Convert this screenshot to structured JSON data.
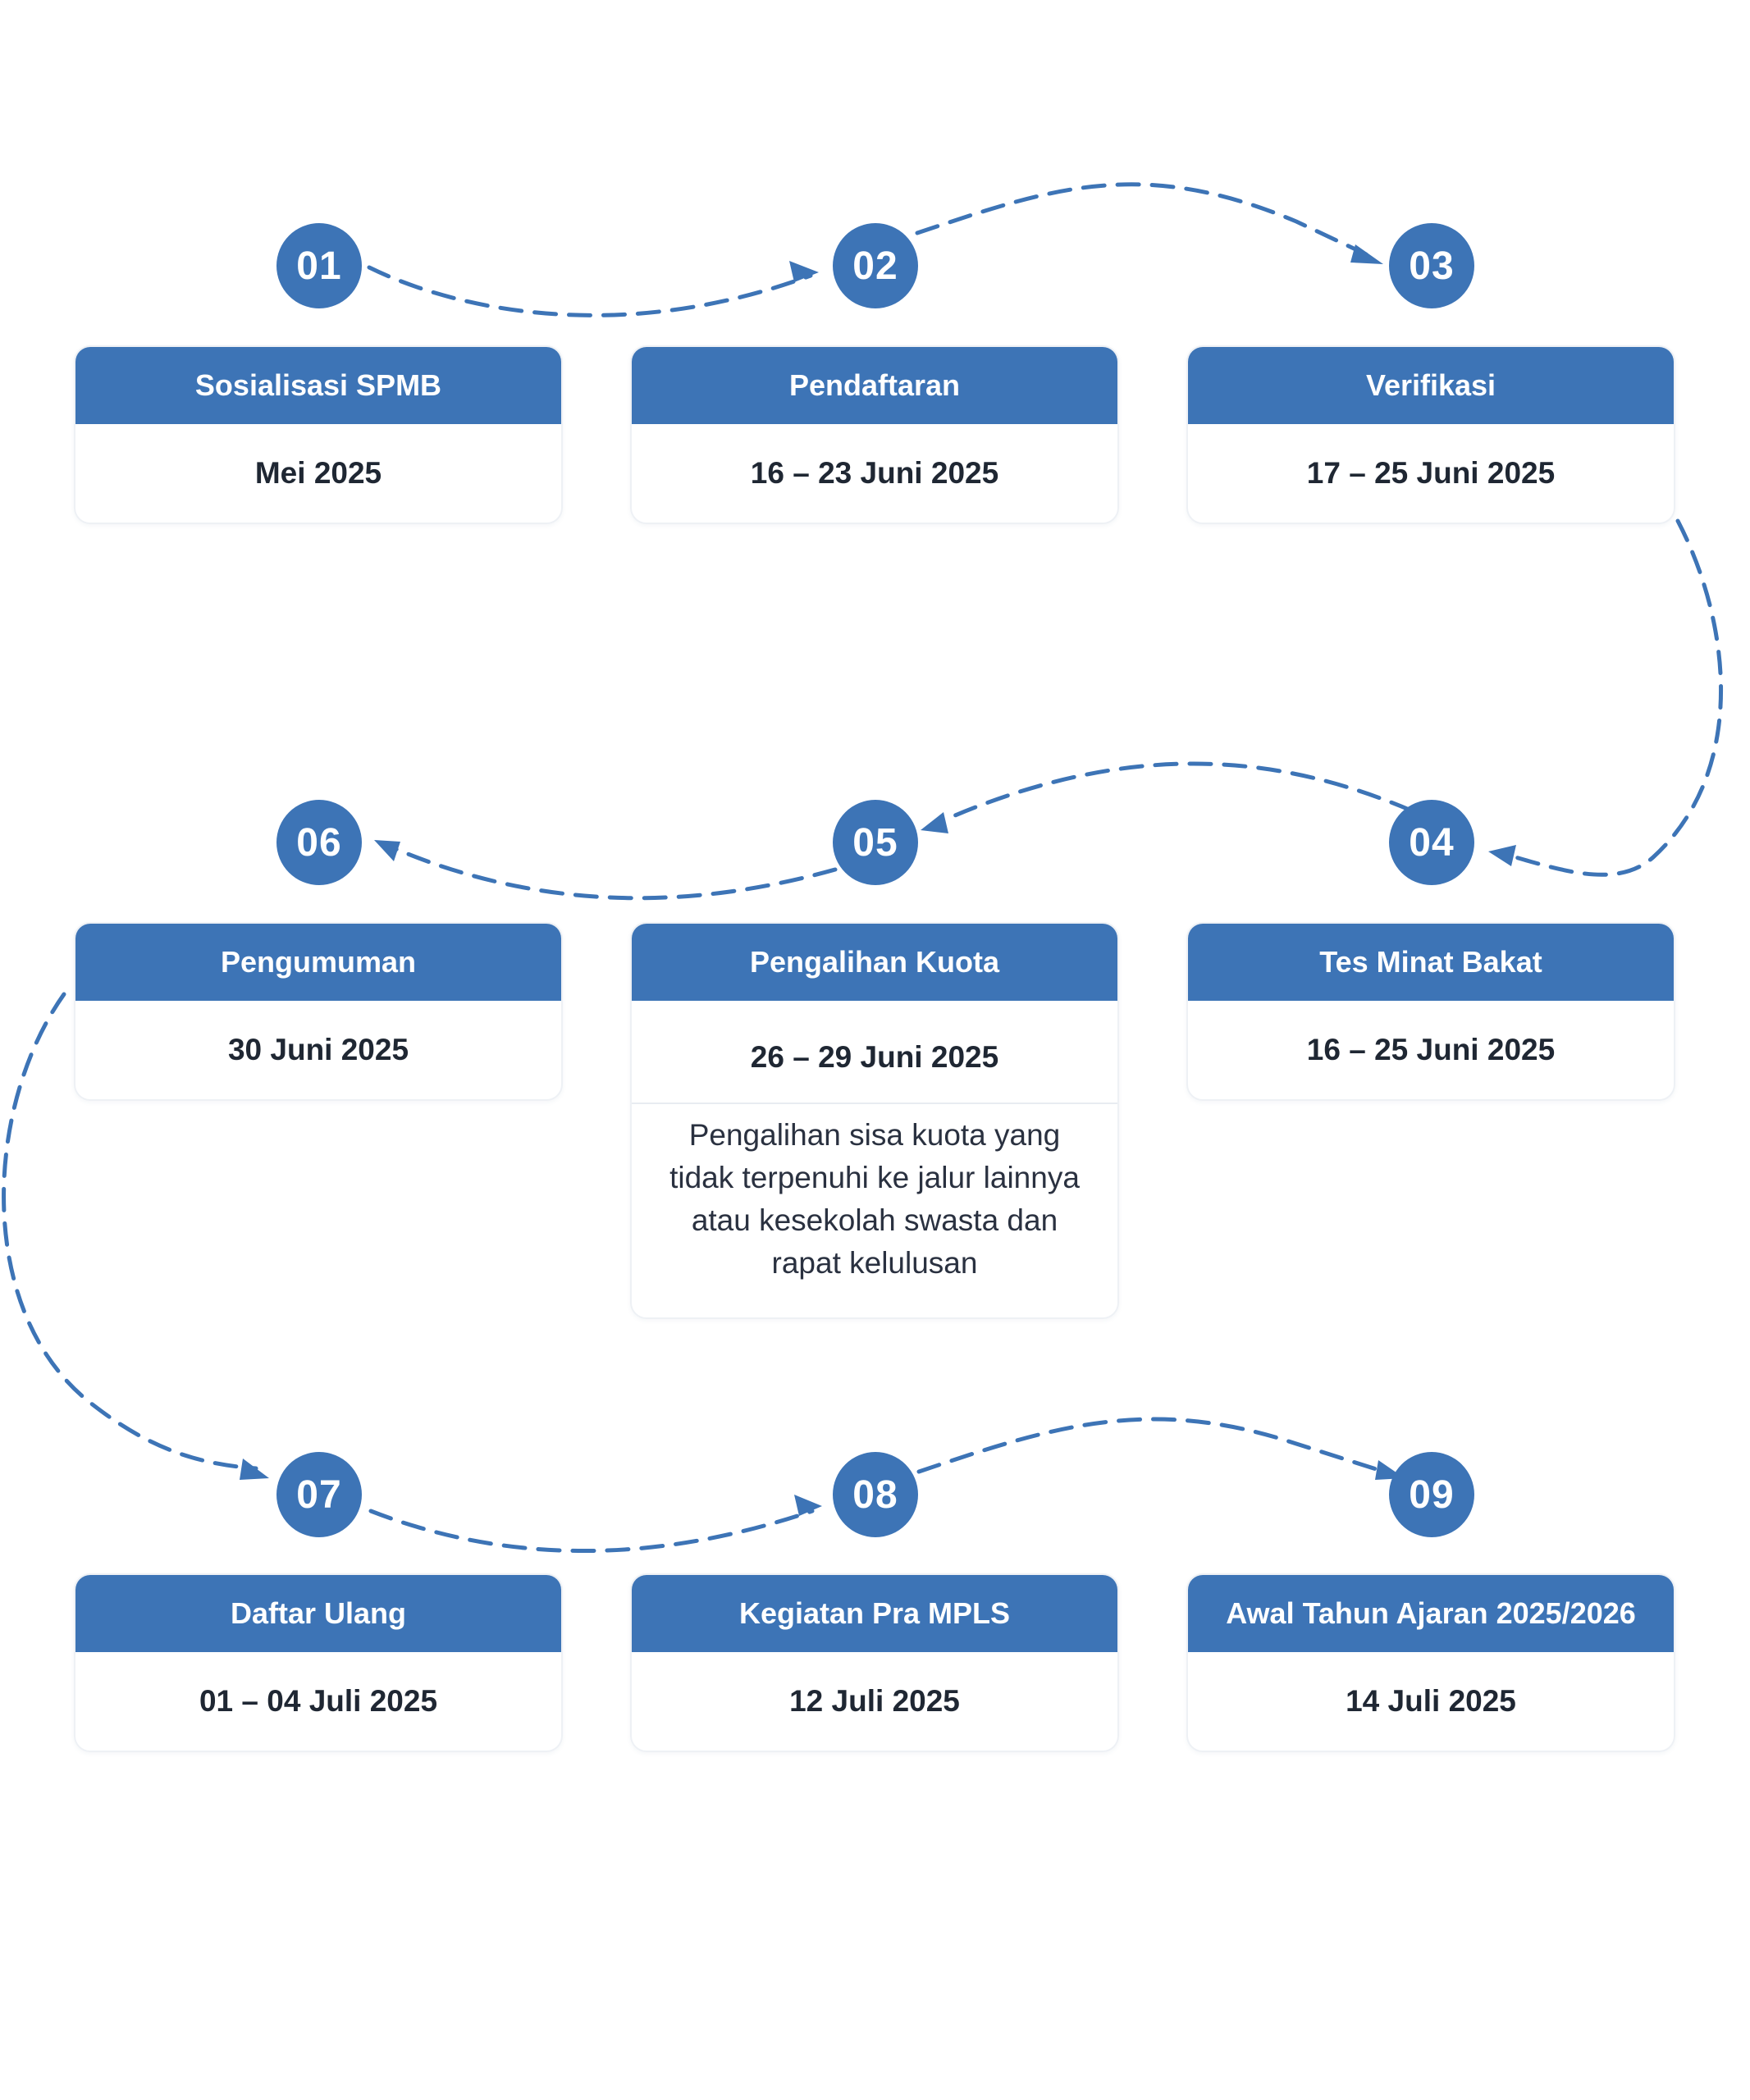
{
  "colors": {
    "accent": "#3d74b6",
    "text": "#1f2733",
    "card_border": "#eef1f5"
  },
  "steps": [
    {
      "number": "01",
      "title": "Sosialisasi SPMB",
      "date": "Mei 2025"
    },
    {
      "number": "02",
      "title": "Pendaftaran",
      "date": "16 – 23 Juni 2025"
    },
    {
      "number": "03",
      "title": "Verifikasi",
      "date": "17 – 25 Juni 2025"
    },
    {
      "number": "04",
      "title": "Tes Minat Bakat",
      "date": "16 – 25 Juni 2025"
    },
    {
      "number": "05",
      "title": "Pengalihan Kuota",
      "date": "26 – 29 Juni 2025",
      "description": "Pengalihan sisa kuota yang\ntidak terpenuhi ke jalur lainnya\natau  kesekolah swasta dan\nrapat  kelulusan"
    },
    {
      "number": "06",
      "title": "Pengumuman",
      "date": "30 Juni 2025"
    },
    {
      "number": "07",
      "title": "Daftar Ulang",
      "date": "01 – 04 Juli 2025"
    },
    {
      "number": "08",
      "title": "Kegiatan Pra MPLS",
      "date": "12 Juli 2025"
    },
    {
      "number": "09",
      "title": "Awal Tahun Ajaran  2025/2026",
      "date": "14 Juli 2025"
    }
  ]
}
